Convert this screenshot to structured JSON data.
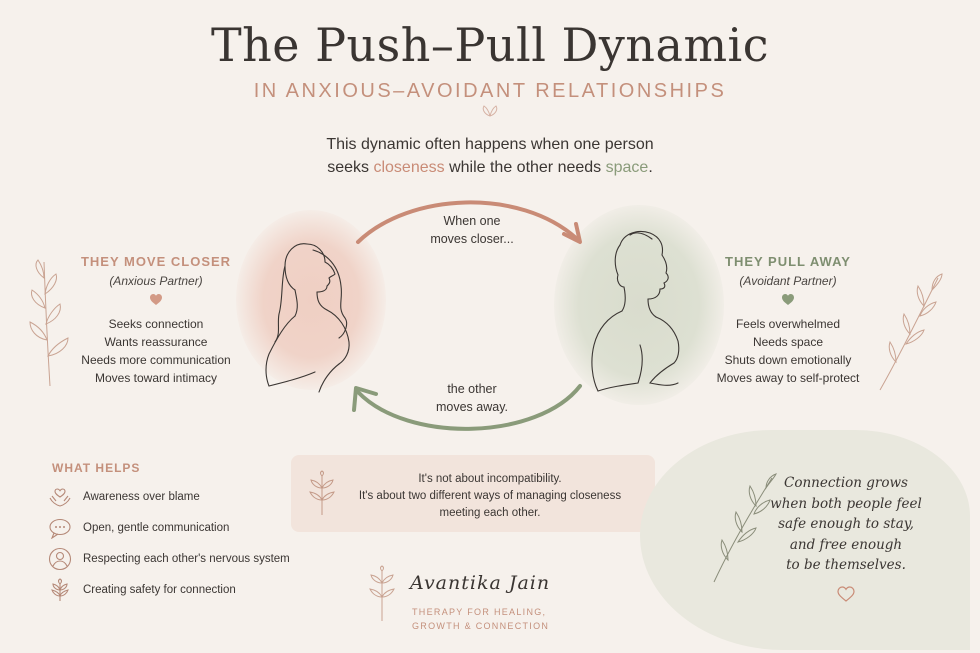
{
  "header": {
    "title": "The Push–Pull Dynamic",
    "subtitle": "IN ANXIOUS–AVOIDANT RELATIONSHIPS"
  },
  "intro": {
    "line1": "This dynamic often happens when one person",
    "line2_pre": "seeks ",
    "line2_closeness": "closeness",
    "line2_mid": " while the other needs ",
    "line2_space": "space",
    "line2_post": "."
  },
  "left_panel": {
    "title": "THEY MOVE CLOSER",
    "subtitle": "(Anxious Partner)",
    "items": [
      "Seeks connection",
      "Wants reassurance",
      "Needs more communication",
      "Moves toward intimacy"
    ]
  },
  "right_panel": {
    "title": "THEY PULL AWAY",
    "subtitle": "(Avoidant Partner)",
    "items": [
      "Feels overwhelmed",
      "Needs space",
      "Shuts down emotionally",
      "Moves away to self-protect"
    ]
  },
  "arrows": {
    "top_line1": "When one",
    "top_line2": "moves closer...",
    "bottom_line1": "the other",
    "bottom_line2": "moves away."
  },
  "what_helps": {
    "title": "WHAT HELPS",
    "items": [
      {
        "label": "Awareness over blame",
        "icon": "heart-hands-icon"
      },
      {
        "label": "Open, gentle communication",
        "icon": "speech-bubble-icon"
      },
      {
        "label": "Respecting each other's nervous system",
        "icon": "person-circle-icon"
      },
      {
        "label": "Creating safety for connection",
        "icon": "leaf-icon"
      }
    ]
  },
  "callout": {
    "line1": "It's not about incompatibility.",
    "line2": "It's about two different ways of managing closeness",
    "line3": "meeting each other."
  },
  "quote": {
    "line1": "Connection grows",
    "line2": "when both people feel",
    "line3": "safe enough to stay,",
    "line4": "and free enough",
    "line5": "to be themselves."
  },
  "signature": {
    "name": "Avantika Jain",
    "tagline1": "THERAPY FOR HEALING,",
    "tagline2": "GROWTH & CONNECTION"
  },
  "colors": {
    "accent_rose": "#c4907c",
    "accent_sage": "#8a9b7a",
    "background": "#f6f1ec",
    "text": "#3b3633"
  }
}
